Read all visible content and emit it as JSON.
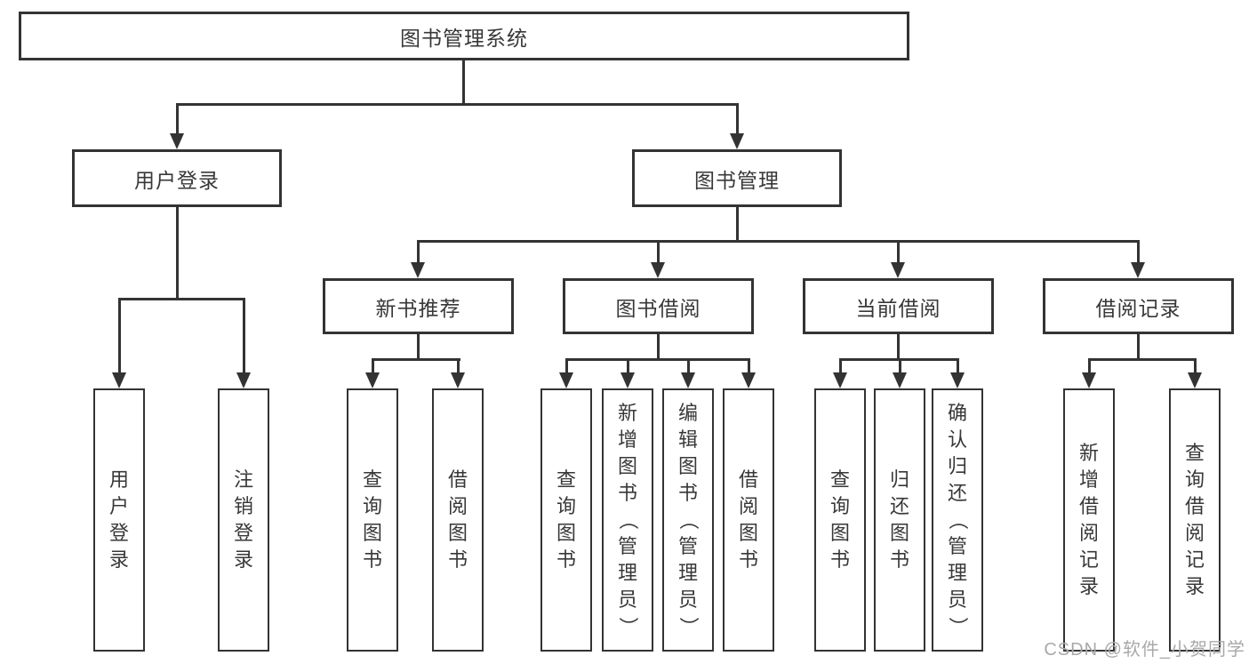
{
  "colors": {
    "line": "#333333",
    "border": "#333333",
    "text": "#383838",
    "watermark": "#a9a9a9",
    "background": "#ffffff"
  },
  "nodes": {
    "root": "图书管理系统",
    "level2": {
      "login": "用户登录",
      "mgmt": "图书管理"
    },
    "level3": {
      "recommend": "新书推荐",
      "borrow": "图书借阅",
      "current": "当前借阅",
      "records": "借阅记录"
    },
    "leaves": {
      "login": [
        "用户登录",
        "注销登录"
      ],
      "recommend": [
        "查询图书",
        "借阅图书"
      ],
      "borrow": [
        "查询图书",
        "新增图书（管理员）",
        "编辑图书（管理员）",
        "借阅图书"
      ],
      "current": [
        "查询图书",
        "归还图书",
        "确认归还（管理员）"
      ],
      "records": [
        "新增借阅记录",
        "查询借阅记录"
      ]
    }
  },
  "watermark": "CSDN @软件_小贺同学"
}
